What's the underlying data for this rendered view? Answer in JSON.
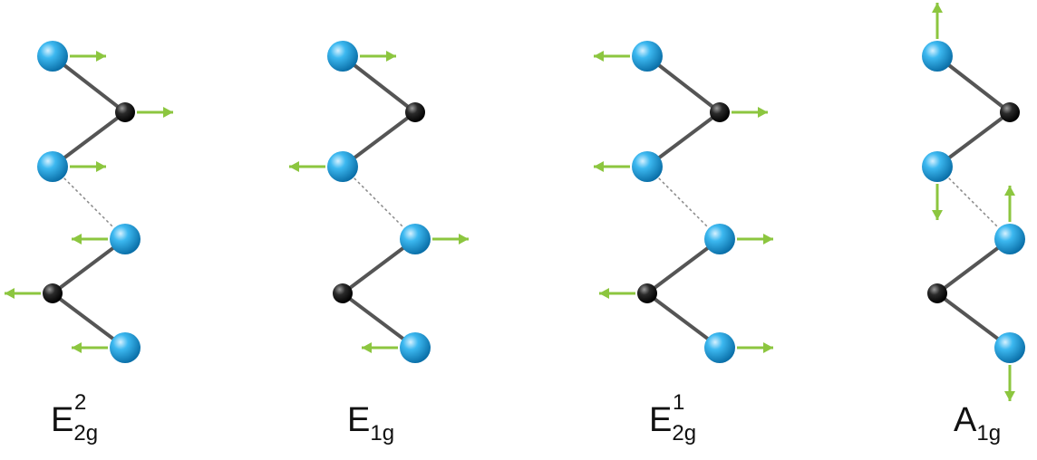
{
  "colors": {
    "chalcogen_atom": "#1ea5e4",
    "metal_atom": "#1a1a1a",
    "bond": "#555555",
    "interlayer_bond": "#8a8a8a",
    "displacement_arrow": "#8cc63f",
    "background": "#ffffff"
  },
  "legend": {
    "chalcogen_atom": "blue sphere",
    "metal_atom": "black sphere",
    "displacement_arrow": "green arrow"
  },
  "modes": [
    {
      "id": "E2g2",
      "label": {
        "base": "E",
        "superscript": "2",
        "subscript": "2g"
      },
      "displacements": {
        "top_layer": [
          "right",
          "right",
          "right"
        ],
        "bottom_layer": [
          "left",
          "left",
          "left"
        ]
      }
    },
    {
      "id": "E1g",
      "label": {
        "base": "E",
        "superscript": "",
        "subscript": "1g"
      },
      "displacements": {
        "top_layer": [
          "right",
          "none",
          "left"
        ],
        "bottom_layer": [
          "right",
          "none",
          "left"
        ]
      }
    },
    {
      "id": "E2g1",
      "label": {
        "base": "E",
        "superscript": "1",
        "subscript": "2g"
      },
      "displacements": {
        "top_layer": [
          "left",
          "right",
          "left"
        ],
        "bottom_layer": [
          "right",
          "left",
          "right"
        ]
      }
    },
    {
      "id": "A1g",
      "label": {
        "base": "A",
        "superscript": "",
        "subscript": "1g"
      },
      "displacements": {
        "top_layer": [
          "up",
          "none",
          "down"
        ],
        "bottom_layer": [
          "up",
          "none",
          "down"
        ]
      }
    }
  ]
}
